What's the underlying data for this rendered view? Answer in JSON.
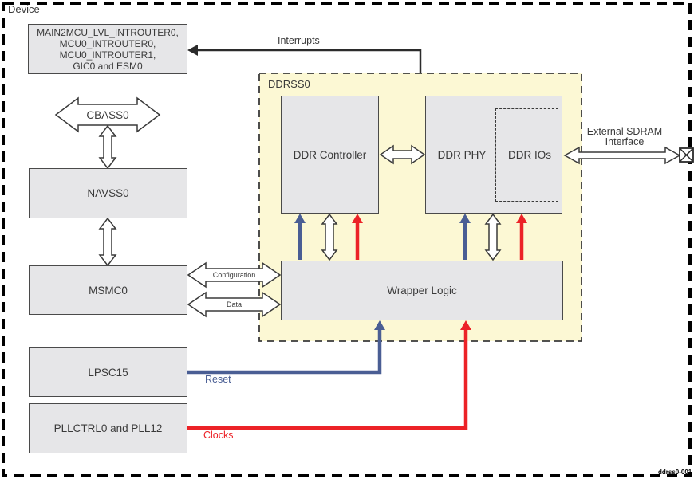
{
  "figure_id": "ddrss0-001",
  "device": {
    "label": "Device"
  },
  "colors": {
    "region_fill": "#fcf8d4",
    "box_fill": "#e6e6e8",
    "box_border": "#4a4a4a",
    "reset_blue": "#4a5e94",
    "clocks_red": "#ec2227",
    "line_black": "#2b2b2b"
  },
  "blocks": {
    "interrupt_routers": {
      "lines": [
        "MAIN2MCU_LVL_INTROUTER0,",
        "MCU0_INTROUTER0,",
        "MCU0_INTROUTER1,",
        "GIC0 and ESM0"
      ]
    },
    "cbass": {
      "label": "CBASS0"
    },
    "navss": {
      "label": "NAVSS0"
    },
    "msmc": {
      "label": "MSMC0"
    },
    "lpsc": {
      "label": "LPSC15"
    },
    "pll": {
      "label": "PLLCTRL0 and PLL12"
    },
    "ddrss": {
      "label": "DDRSS0"
    },
    "ddr_controller": {
      "label": "DDR Controller"
    },
    "ddr_phy": {
      "label": "DDR PHY"
    },
    "ddr_ios": {
      "label": "DDR IOs"
    },
    "wrapper_logic": {
      "label": "Wrapper Logic"
    }
  },
  "connections": {
    "interrupts": {
      "label": "Interrupts"
    },
    "configuration": {
      "label": "Configuration"
    },
    "data": {
      "label": "Data"
    },
    "reset": {
      "label": "Reset",
      "color": "#4a5e94"
    },
    "clocks": {
      "label": "Clocks",
      "color": "#ec2227"
    },
    "external_sdram": {
      "label": "External SDRAM Interface"
    }
  }
}
